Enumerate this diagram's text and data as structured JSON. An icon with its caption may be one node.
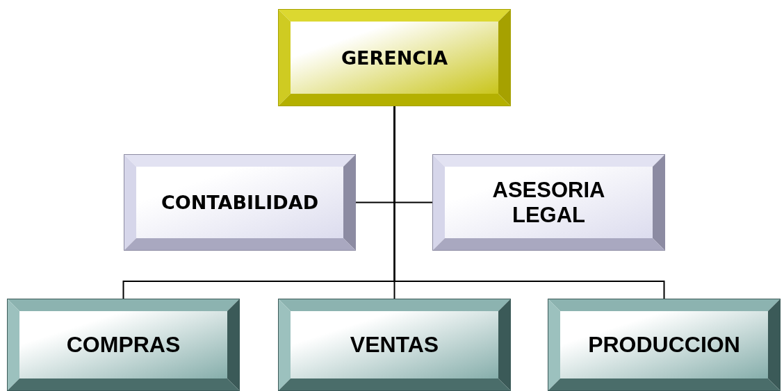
{
  "diagram": {
    "nodes": [
      {
        "text": [
          "GERENCIA"
        ]
      },
      {
        "text": [
          "CONTABILIDAD"
        ]
      },
      {
        "text": [
          "ASESORIA LEGAL"
        ]
      },
      {
        "text": [
          "COMPRAS"
        ]
      },
      {
        "text": [
          "VENTAS"
        ]
      },
      {
        "text": [
          "PRODUCCION"
        ]
      }
    ],
    "edges": [
      {
        "from": 0,
        "to": 1,
        "arrow": "none"
      },
      {
        "from": 0,
        "to": 2,
        "arrow": "none"
      },
      {
        "from": 0,
        "to": 3,
        "arrow": "none"
      },
      {
        "from": 0,
        "to": 4,
        "arrow": "none"
      },
      {
        "from": 0,
        "to": 5,
        "arrow": "none"
      }
    ]
  }
}
